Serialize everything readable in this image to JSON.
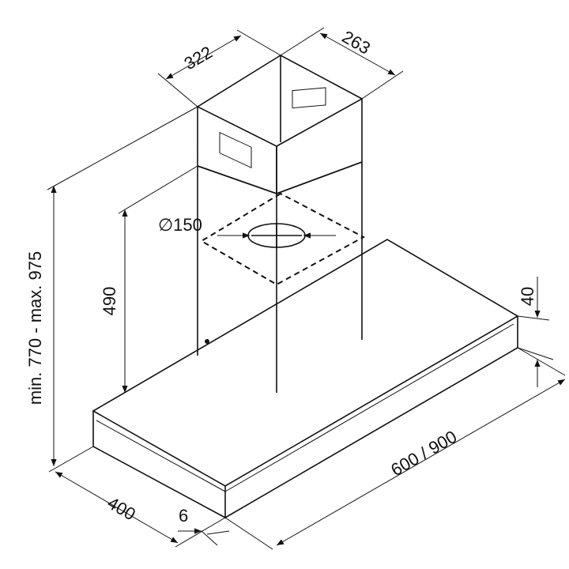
{
  "dimensions": {
    "chimney_width": "322",
    "chimney_depth": "263",
    "total_height": "min. 770 - max. 975",
    "lower_chimney_height": "490",
    "duct_diameter": "∅150",
    "canopy_thickness": "40",
    "canopy_width": "600 / 900",
    "canopy_depth": "400",
    "offset": "6"
  },
  "colors": {
    "line": "#111111",
    "background": "#ffffff"
  }
}
